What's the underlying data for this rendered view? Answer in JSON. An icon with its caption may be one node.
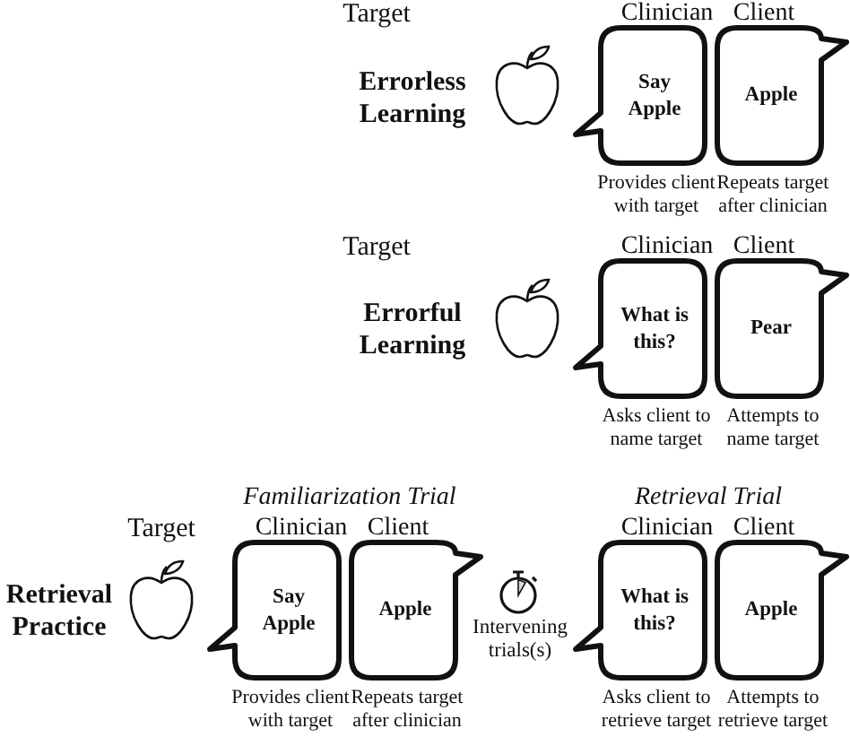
{
  "diagram": {
    "nodes": [
      {
        "text": [
          "Clinician",
          "Say Apple"
        ],
        "beside": [
          "Provides client with target"
        ]
      },
      {
        "text": [
          "Client",
          "Apple"
        ],
        "beside": [
          "Repeats target after clinician"
        ]
      },
      {
        "text": [
          "Clinician",
          "What is this?"
        ],
        "beside": [
          "Asks client to name target"
        ]
      },
      {
        "text": [
          "Client",
          "Pear"
        ],
        "beside": [
          "Attempts to name target"
        ]
      },
      {
        "text": [
          "Clinician",
          "Say Apple"
        ],
        "beside": [
          "Provides client with target"
        ]
      },
      {
        "text": [
          "Client",
          "Apple"
        ],
        "beside": [
          "Repeats target after clinician"
        ]
      },
      {
        "text": [
          "Clinician",
          "What is this?"
        ],
        "beside": [
          "Asks client to retrieve target"
        ]
      },
      {
        "text": [
          "Client",
          "Apple"
        ],
        "beside": [
          "Attempts to retrieve target"
        ]
      }
    ],
    "edges": [],
    "labels": [
      "Target",
      "Errorless Learning",
      "Target",
      "Errorful Learning",
      "Familiarization Trial",
      "Retrieval Trial",
      "Target",
      "Retrieval Practice",
      "Intervening trials(s)"
    ]
  }
}
